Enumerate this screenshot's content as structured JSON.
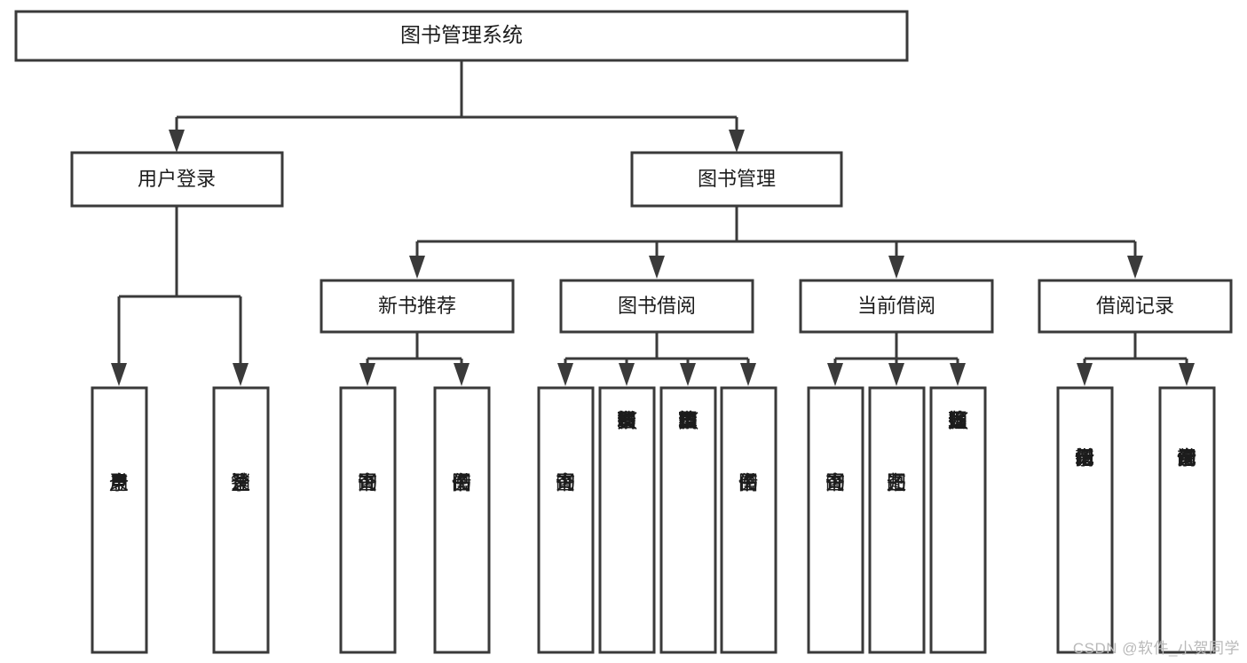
{
  "diagram": {
    "title": "图书管理系统",
    "type": "tree-hierarchy-diagram",
    "watermark": "CSDN @软件_小贺同学",
    "colors": {
      "stroke": "#3a3a3a",
      "fill": "#ffffff",
      "text": "#1c1c1c",
      "watermark": "#b9b9b9",
      "background": "#ffffff"
    },
    "levels": {
      "level1": [
        {
          "id": "root",
          "label": "图书管理系统",
          "orientation": "horizontal"
        }
      ],
      "level2": [
        {
          "id": "user-login",
          "label": "用户登录",
          "orientation": "horizontal"
        },
        {
          "id": "book-manage",
          "label": "图书管理",
          "orientation": "horizontal"
        }
      ],
      "level3": [
        {
          "id": "new-book-rec",
          "label": "新书推荐",
          "orientation": "horizontal"
        },
        {
          "id": "book-borrow",
          "label": "图书借阅",
          "orientation": "horizontal"
        },
        {
          "id": "current-borrow",
          "label": "当前借阅",
          "orientation": "horizontal"
        },
        {
          "id": "borrow-record",
          "label": "借阅记录",
          "orientation": "horizontal"
        }
      ],
      "level4": [
        {
          "id": "leaf-user-login",
          "label": "用户登录",
          "parent": "user-login",
          "orientation": "vertical"
        },
        {
          "id": "leaf-logout",
          "label": "注销登录",
          "parent": "user-login",
          "orientation": "vertical"
        },
        {
          "id": "leaf-query-book-1",
          "label": "查询图书",
          "parent": "new-book-rec",
          "orientation": "vertical"
        },
        {
          "id": "leaf-borrow-book-1",
          "label": "借阅图书",
          "parent": "new-book-rec",
          "orientation": "vertical"
        },
        {
          "id": "leaf-query-book-2",
          "label": "查询图书",
          "parent": "book-borrow",
          "orientation": "vertical"
        },
        {
          "id": "leaf-add-book",
          "label": "新增图书（管理员）",
          "parent": "book-borrow",
          "orientation": "vertical"
        },
        {
          "id": "leaf-edit-book",
          "label": "编辑图书（管理员）",
          "parent": "book-borrow",
          "orientation": "vertical"
        },
        {
          "id": "leaf-borrow-book-2",
          "label": "借阅图书",
          "parent": "book-borrow",
          "orientation": "vertical"
        },
        {
          "id": "leaf-query-book-3",
          "label": "查询图书",
          "parent": "current-borrow",
          "orientation": "vertical"
        },
        {
          "id": "leaf-return-book",
          "label": "归还图书",
          "parent": "current-borrow",
          "orientation": "vertical"
        },
        {
          "id": "leaf-confirm-return",
          "label": "确认归还（管理员）",
          "parent": "current-borrow",
          "orientation": "vertical"
        },
        {
          "id": "leaf-add-record",
          "label": "新增借阅记录",
          "parent": "borrow-record",
          "orientation": "vertical"
        },
        {
          "id": "leaf-query-record",
          "label": "查询借阅记录",
          "parent": "borrow-record",
          "orientation": "vertical"
        }
      ]
    }
  }
}
